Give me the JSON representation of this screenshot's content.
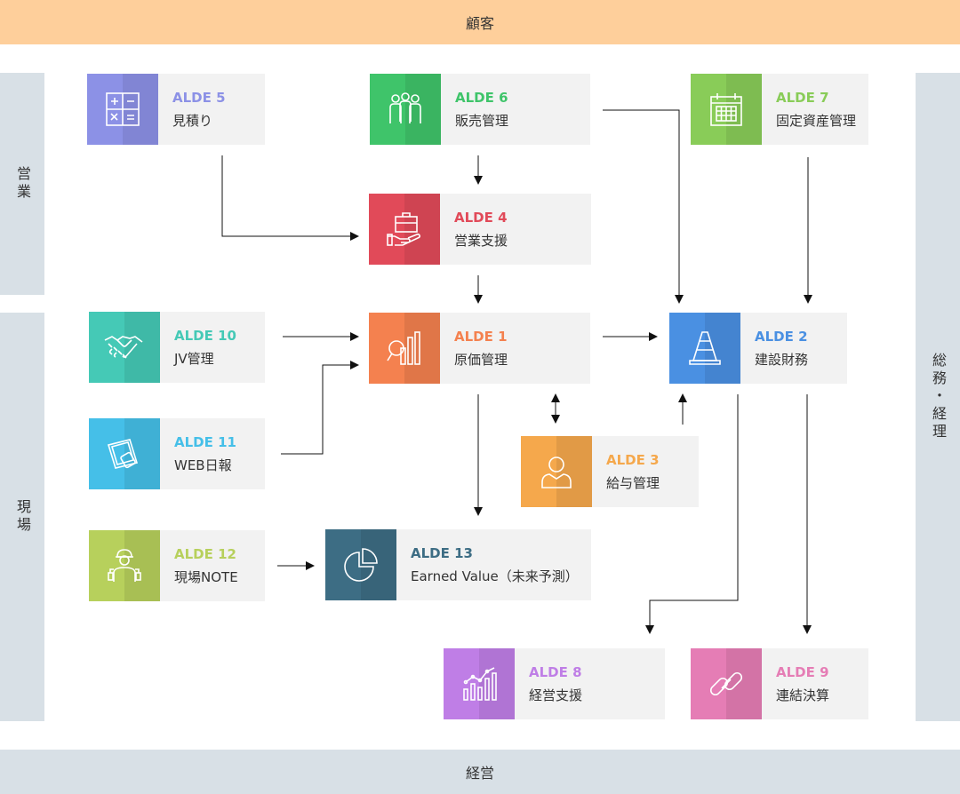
{
  "bands": {
    "top": "顧客",
    "bottom": "経営"
  },
  "sides": {
    "sales": "営業",
    "site": "現場",
    "admin": "総務・経理"
  },
  "colors": {
    "alde1": "#f4814f",
    "alde2": "#4a90e2",
    "alde3": "#f5a84c",
    "alde4": "#e14a59",
    "alde5": "#8c91e6",
    "alde6": "#3fc46a",
    "alde7": "#89cc58",
    "alde8": "#bf7ee6",
    "alde9": "#e57db5",
    "alde10": "#45c9b6",
    "alde11": "#45bfe8",
    "alde12": "#b7d05c",
    "alde13": "#3d6d84"
  },
  "modules": {
    "alde1": {
      "code": "ALDE 1",
      "name": "原価管理",
      "icon": "chart-search-icon"
    },
    "alde2": {
      "code": "ALDE 2",
      "name": "建設財務",
      "icon": "traffic-cone-icon"
    },
    "alde3": {
      "code": "ALDE 3",
      "name": "給与管理",
      "icon": "person-icon"
    },
    "alde4": {
      "code": "ALDE 4",
      "name": "営業支援",
      "icon": "briefcase-hand-icon"
    },
    "alde5": {
      "code": "ALDE 5",
      "name": "見積り",
      "icon": "calculator-icon"
    },
    "alde6": {
      "code": "ALDE 6",
      "name": "販売管理",
      "icon": "people-group-icon"
    },
    "alde7": {
      "code": "ALDE 7",
      "name": "固定資産管理",
      "icon": "calendar-icon"
    },
    "alde8": {
      "code": "ALDE 8",
      "name": "経営支援",
      "icon": "bar-chart-icon"
    },
    "alde9": {
      "code": "ALDE 9",
      "name": "連結決算",
      "icon": "link-icon"
    },
    "alde10": {
      "code": "ALDE 10",
      "name": "JV管理",
      "icon": "handshake-icon"
    },
    "alde11": {
      "code": "ALDE 11",
      "name": "WEB日報",
      "icon": "tablet-icon"
    },
    "alde12": {
      "code": "ALDE 12",
      "name": "現場NOTE",
      "icon": "worker-icon"
    },
    "alde13": {
      "code": "ALDE 13",
      "name": "Earned Value（未来予測）",
      "icon": "pie-chart-icon"
    }
  }
}
